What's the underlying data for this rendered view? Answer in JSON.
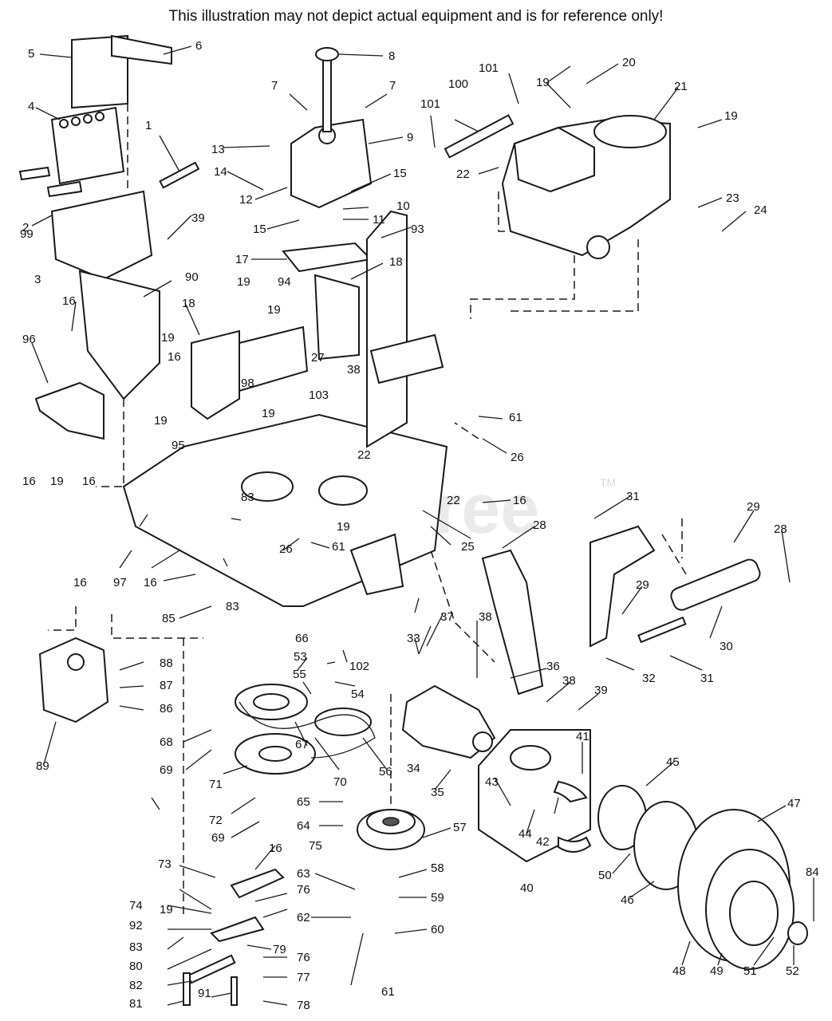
{
  "notice": "This illustration may not depict actual equipment and is for reference only!",
  "watermark": {
    "text": "PartsTree",
    "tm": "TM"
  },
  "callouts": [
    "1",
    "2",
    "3",
    "4",
    "5",
    "6",
    "7",
    "8",
    "9",
    "10",
    "11",
    "12",
    "13",
    "14",
    "15",
    "16",
    "17",
    "18",
    "19",
    "20",
    "21",
    "22",
    "23",
    "24",
    "25",
    "26",
    "27",
    "28",
    "29",
    "30",
    "31",
    "32",
    "33",
    "34",
    "35",
    "36",
    "37",
    "38",
    "39",
    "40",
    "41",
    "42",
    "43",
    "44",
    "45",
    "46",
    "47",
    "48",
    "49",
    "50",
    "51",
    "52",
    "53",
    "54",
    "55",
    "56",
    "57",
    "58",
    "59",
    "60",
    "61",
    "62",
    "63",
    "64",
    "65",
    "66",
    "67",
    "68",
    "69",
    "70",
    "71",
    "72",
    "73",
    "74",
    "75",
    "76",
    "77",
    "78",
    "79",
    "80",
    "81",
    "82",
    "83",
    "85",
    "86",
    "87",
    "88",
    "89",
    "90",
    "91",
    "92",
    "93",
    "94",
    "95",
    "96",
    "97",
    "98",
    "99",
    "100",
    "101",
    "102",
    "103"
  ]
}
